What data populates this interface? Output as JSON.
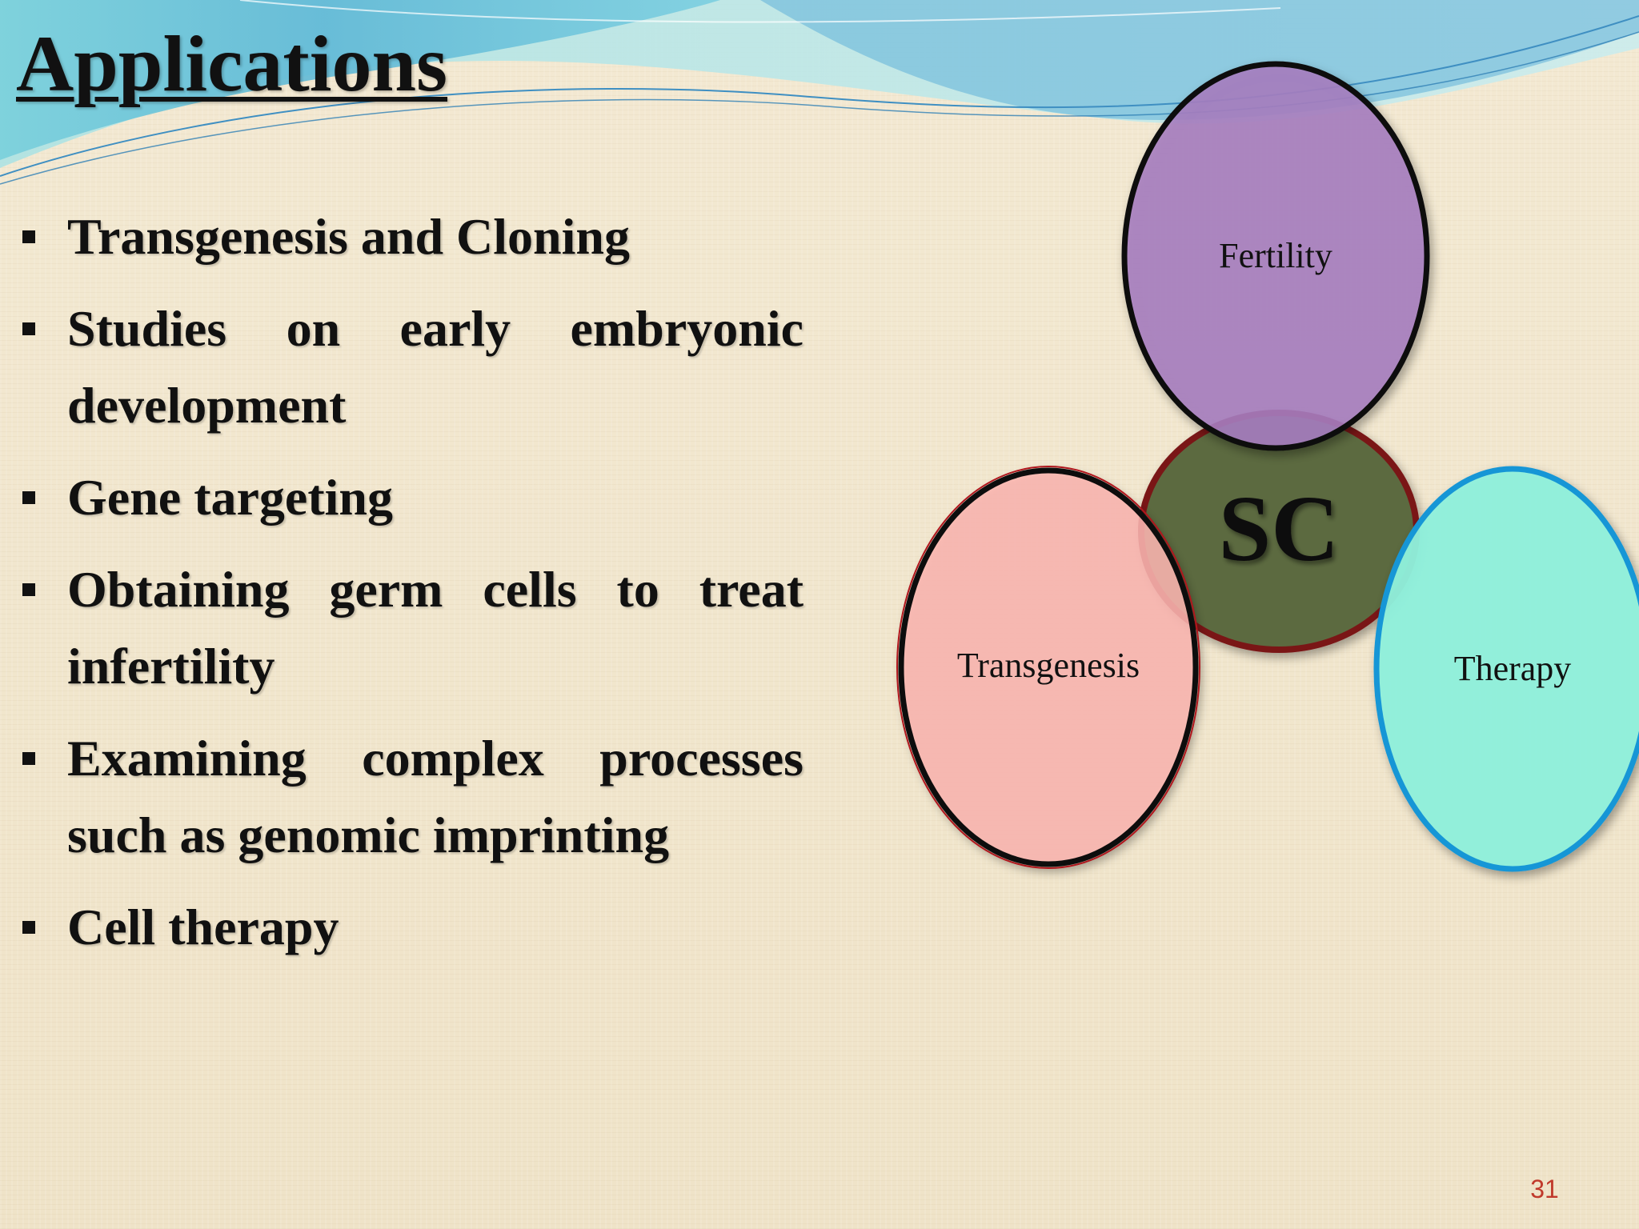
{
  "slide": {
    "title": "Applications",
    "page_number": "31",
    "bullets": [
      "Transgenesis and Cloning",
      "Studies on early embryonic development",
      "Gene targeting",
      "Obtaining germ cells to treat infertility",
      "Examining complex processes such as genomic imprinting",
      "Cell therapy"
    ]
  },
  "diagram": {
    "center": {
      "label": "SC",
      "fill": "#5c6a3f",
      "stroke": "#7a1418"
    },
    "nodes": [
      {
        "id": "fertility",
        "label": "Fertility",
        "fill": "#a77ec0",
        "stroke": "#0d0d0d"
      },
      {
        "id": "transgenesis",
        "label": "Transgenesis",
        "fill": "#fdb6b2",
        "stroke": "#0d0d0d"
      },
      {
        "id": "therapy",
        "label": "Therapy",
        "fill": "#8ff1dc",
        "stroke": "#1596d6"
      }
    ]
  },
  "colors": {
    "text": "#111111",
    "page_number": "#c0392b",
    "background": "#f0e5cc",
    "wave_teal": "#5fc7d3",
    "wave_blue": "#4aa9d8"
  }
}
